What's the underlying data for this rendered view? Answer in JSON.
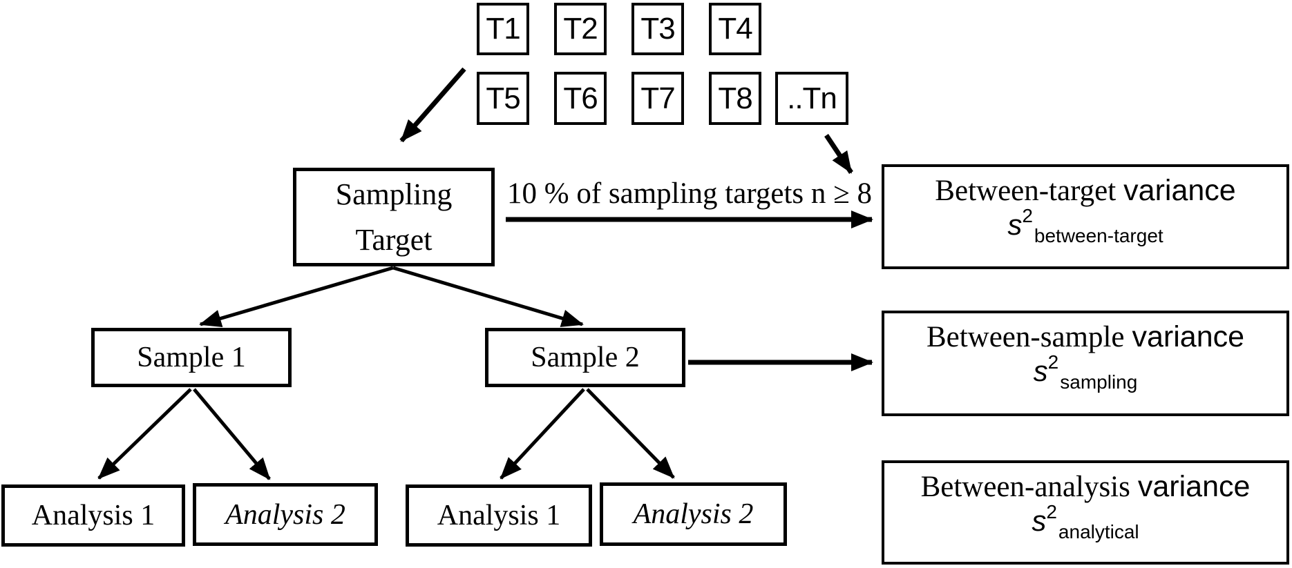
{
  "targets": {
    "row1": [
      "T1",
      "T2",
      "T3",
      "T4"
    ],
    "row2": [
      "T5",
      "T6",
      "T7",
      "T8",
      "..Tn"
    ]
  },
  "sampling_target": {
    "line1": "Sampling",
    "line2": "Target"
  },
  "flow_label": "10 % of sampling targets n ≥ 8",
  "samples": [
    "Sample 1",
    "Sample 2"
  ],
  "analyses": [
    "Analysis 1",
    "Analysis 2",
    "Analysis 1",
    "Analysis 2"
  ],
  "variance": [
    {
      "title_main": "Between-target",
      "title_suffix": "variance",
      "sym_base": "s",
      "sym_sup": "2",
      "sym_sub": "between-target"
    },
    {
      "title_main": "Between-sample",
      "title_suffix": "variance",
      "sym_base": "s",
      "sym_sup": "2",
      "sym_sub": "sampling"
    },
    {
      "title_main": "Between-analysis",
      "title_suffix": "variance",
      "sym_base": "s",
      "sym_sup": "2",
      "sym_sub": "analytical"
    }
  ],
  "colors": {
    "ink": "#000000",
    "background": "#ffffff"
  }
}
